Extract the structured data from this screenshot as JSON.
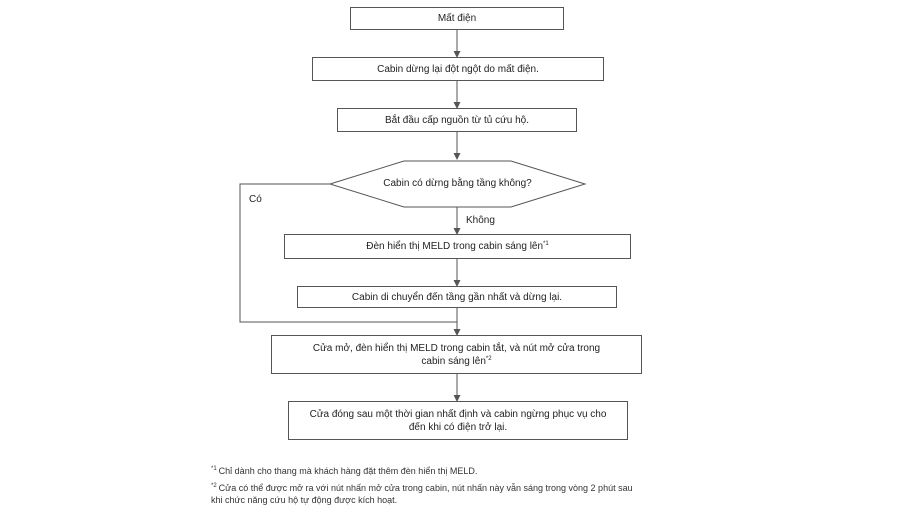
{
  "flowchart": {
    "steps": {
      "power_outage": "Mất điện",
      "cabin_stops": "Cabin dừng lại đột ngột do mất điện.",
      "rescue_power": "Bắt đầu cấp nguồn từ tủ cứu hộ.",
      "decision": "Cabin có dừng bằng tầng không?",
      "meld_on": "Đèn hiển thị MELD trong cabin sáng lên",
      "meld_on_note": "*1",
      "move_nearest": "Cabin di chuyển đến tầng gần nhất và dừng lại.",
      "door_opens_line1": "Cửa mở, đèn hiển thị MELD trong cabin tắt, và nút mở cửa trong",
      "door_opens_line2": "cabin sáng lên",
      "door_opens_note": "*2",
      "door_closes_line1": "Cửa đóng sau một thời gian nhất định và cabin ngừng phục vụ cho",
      "door_closes_line2": "đến khi có điện trở lại."
    },
    "branches": {
      "yes": "Có",
      "no": "Không"
    }
  },
  "footnotes": [
    {
      "mark": "*1",
      "line1": "Chỉ dành cho thang mà khách hàng đặt thêm đèn hiển thị MELD.",
      "line2": ""
    },
    {
      "mark": "*2",
      "line1": "Cửa có thể được mở ra với nút nhấn mở cửa trong cabin, nút nhấn này vẫn sáng trong vòng 2 phút sau",
      "line2": "khi chức năng cứu hộ tự động được kích hoạt."
    }
  ]
}
